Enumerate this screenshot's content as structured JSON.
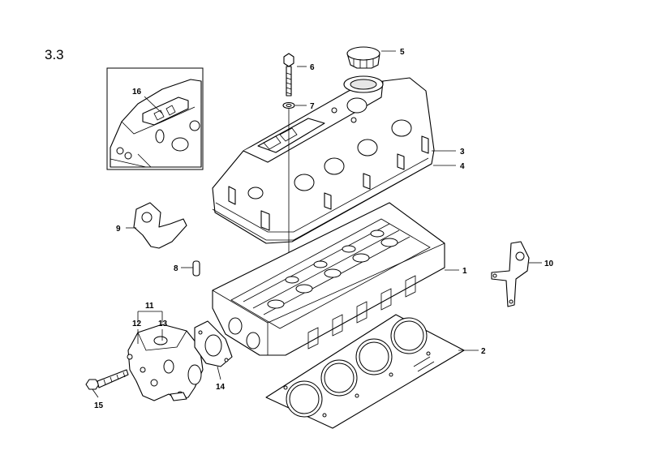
{
  "section_number": "3.3",
  "callouts": [
    {
      "id": "c1",
      "label": "1"
    },
    {
      "id": "c2",
      "label": "2"
    },
    {
      "id": "c3",
      "label": "3"
    },
    {
      "id": "c4",
      "label": "4"
    },
    {
      "id": "c5",
      "label": "5"
    },
    {
      "id": "c6",
      "label": "6"
    },
    {
      "id": "c7",
      "label": "7"
    },
    {
      "id": "c8",
      "label": "8"
    },
    {
      "id": "c9",
      "label": "9"
    },
    {
      "id": "c10",
      "label": "10"
    },
    {
      "id": "c11",
      "label": "11"
    },
    {
      "id": "c12",
      "label": "12"
    },
    {
      "id": "c13",
      "label": "13"
    },
    {
      "id": "c14",
      "label": "14"
    },
    {
      "id": "c15",
      "label": "15"
    },
    {
      "id": "c16",
      "label": "16"
    }
  ]
}
